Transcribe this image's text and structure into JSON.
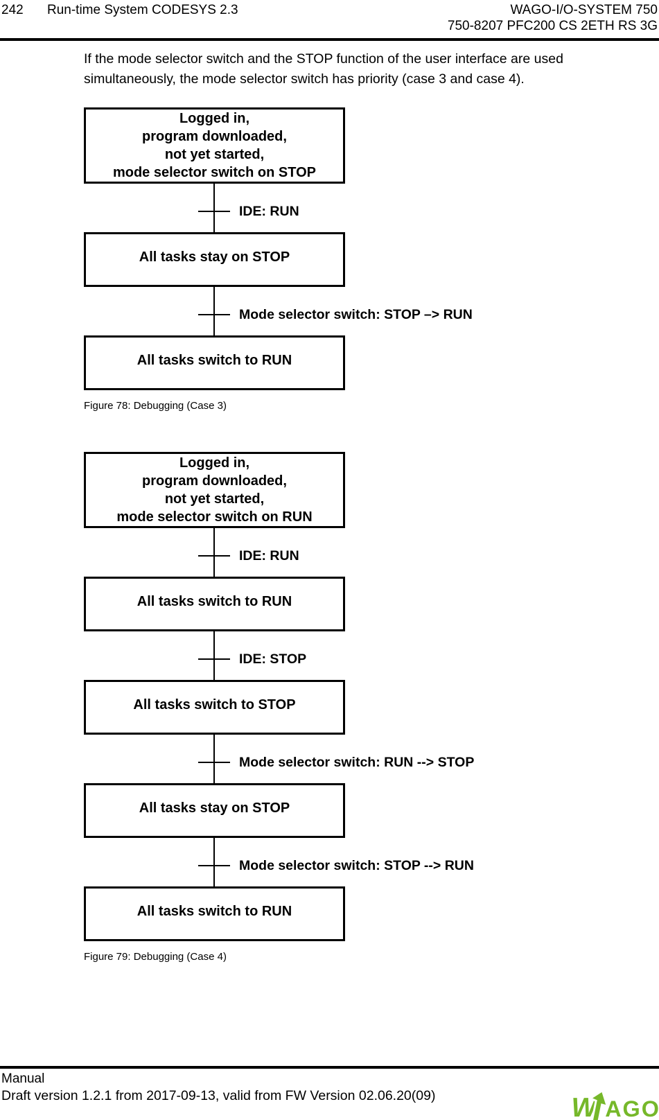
{
  "header": {
    "page_number": "242",
    "chapter_title": "Run-time System CODESYS 2.3",
    "system_name": "WAGO-I/O-SYSTEM 750",
    "device_name": "750-8207 PFC200 CS 2ETH RS 3G"
  },
  "intro": {
    "line1": "If the mode selector switch and the STOP function of the user interface are used",
    "line2": "simultaneously, the mode selector switch has priority (case 3 and case 4)."
  },
  "figure78": {
    "state1_lines": [
      "Logged in,",
      "program downloaded,",
      "not yet started,",
      "mode selector switch on STOP"
    ],
    "transition1": "IDE: RUN",
    "state2": "All tasks stay on STOP",
    "transition2": "Mode selector switch: STOP –> RUN",
    "state3": "All tasks switch to RUN",
    "caption": "Figure 78: Debugging (Case 3)"
  },
  "figure79": {
    "state1_lines": [
      "Logged in,",
      "program downloaded,",
      "not yet started,",
      "mode selector switch on RUN"
    ],
    "transition1": "IDE: RUN",
    "state2": "All tasks switch to RUN",
    "transition2": "IDE: STOP",
    "state3": "All tasks switch to STOP",
    "transition3": "Mode selector switch: RUN --> STOP",
    "state4": "All tasks stay on STOP",
    "transition4": "Mode selector switch: STOP --> RUN",
    "state5": "All tasks switch to RUN",
    "caption": "Figure 79: Debugging (Case 4)"
  },
  "footer": {
    "doc_type": "Manual",
    "version_info": "Draft version 1.2.1 from 2017-09-13, valid from FW Version 02.06.20(09)",
    "logo": {
      "letter_w": "W",
      "letters_ago": "AGO",
      "color": "#76B82A"
    }
  }
}
